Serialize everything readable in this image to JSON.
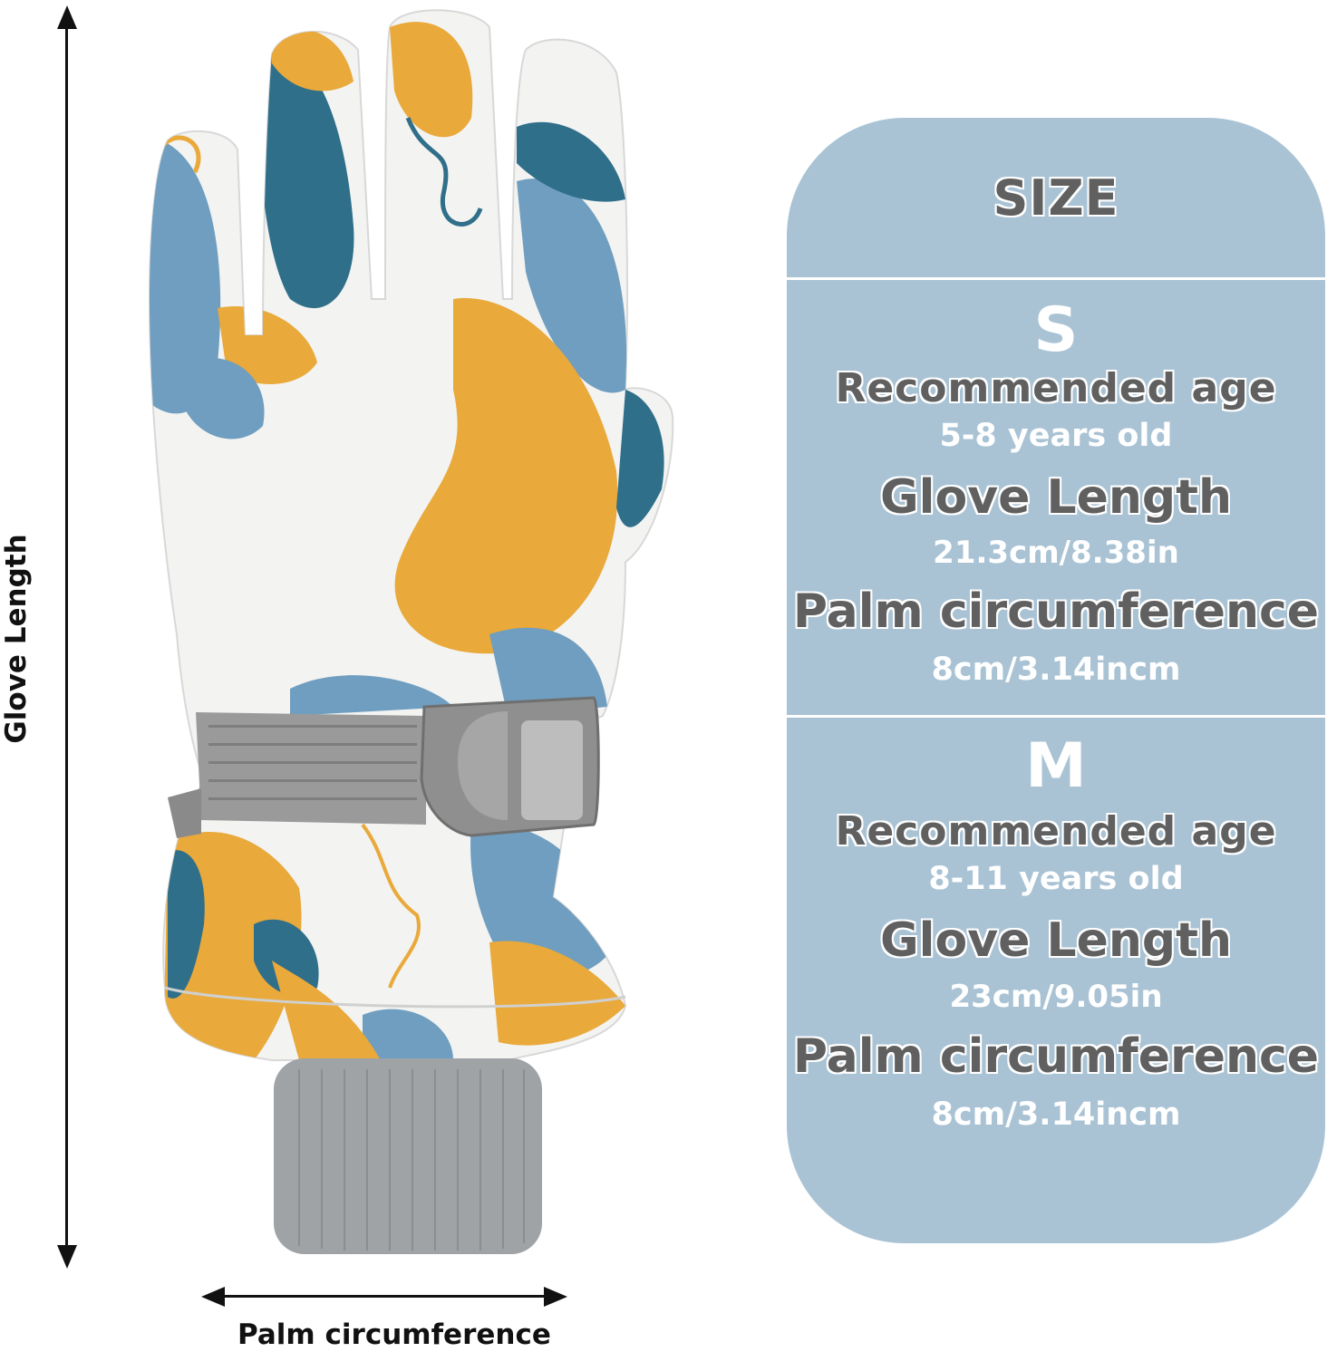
{
  "annotations": {
    "vertical_label": "Glove Length",
    "horizontal_label": "Palm circumference"
  },
  "panel": {
    "title": "SIZE",
    "sizes": [
      {
        "letter": "S",
        "age_label": "Recommended  age",
        "age_value": "5-8 years old",
        "length_label": "Glove Length",
        "length_value": "21.3cm/8.38in",
        "palm_label": "Palm circumference",
        "palm_value": "8cm/3.14incm"
      },
      {
        "letter": "M",
        "age_label": "Recommended  age",
        "age_value": "8-11 years old",
        "length_label": "Glove Length",
        "length_value": "23cm/9.05in",
        "palm_label": "Palm circumference",
        "palm_value": "8cm/3.14incm"
      }
    ]
  },
  "colors": {
    "panel_bg": "#a9c3d5",
    "glove_blue": "#6f9ec0",
    "glove_teal": "#2f6f8a",
    "glove_yellow": "#e9a93b",
    "glove_white": "#f3f3f1",
    "strap_gray": "#9a9a9a",
    "cuff_gray": "#9fa3a6"
  }
}
